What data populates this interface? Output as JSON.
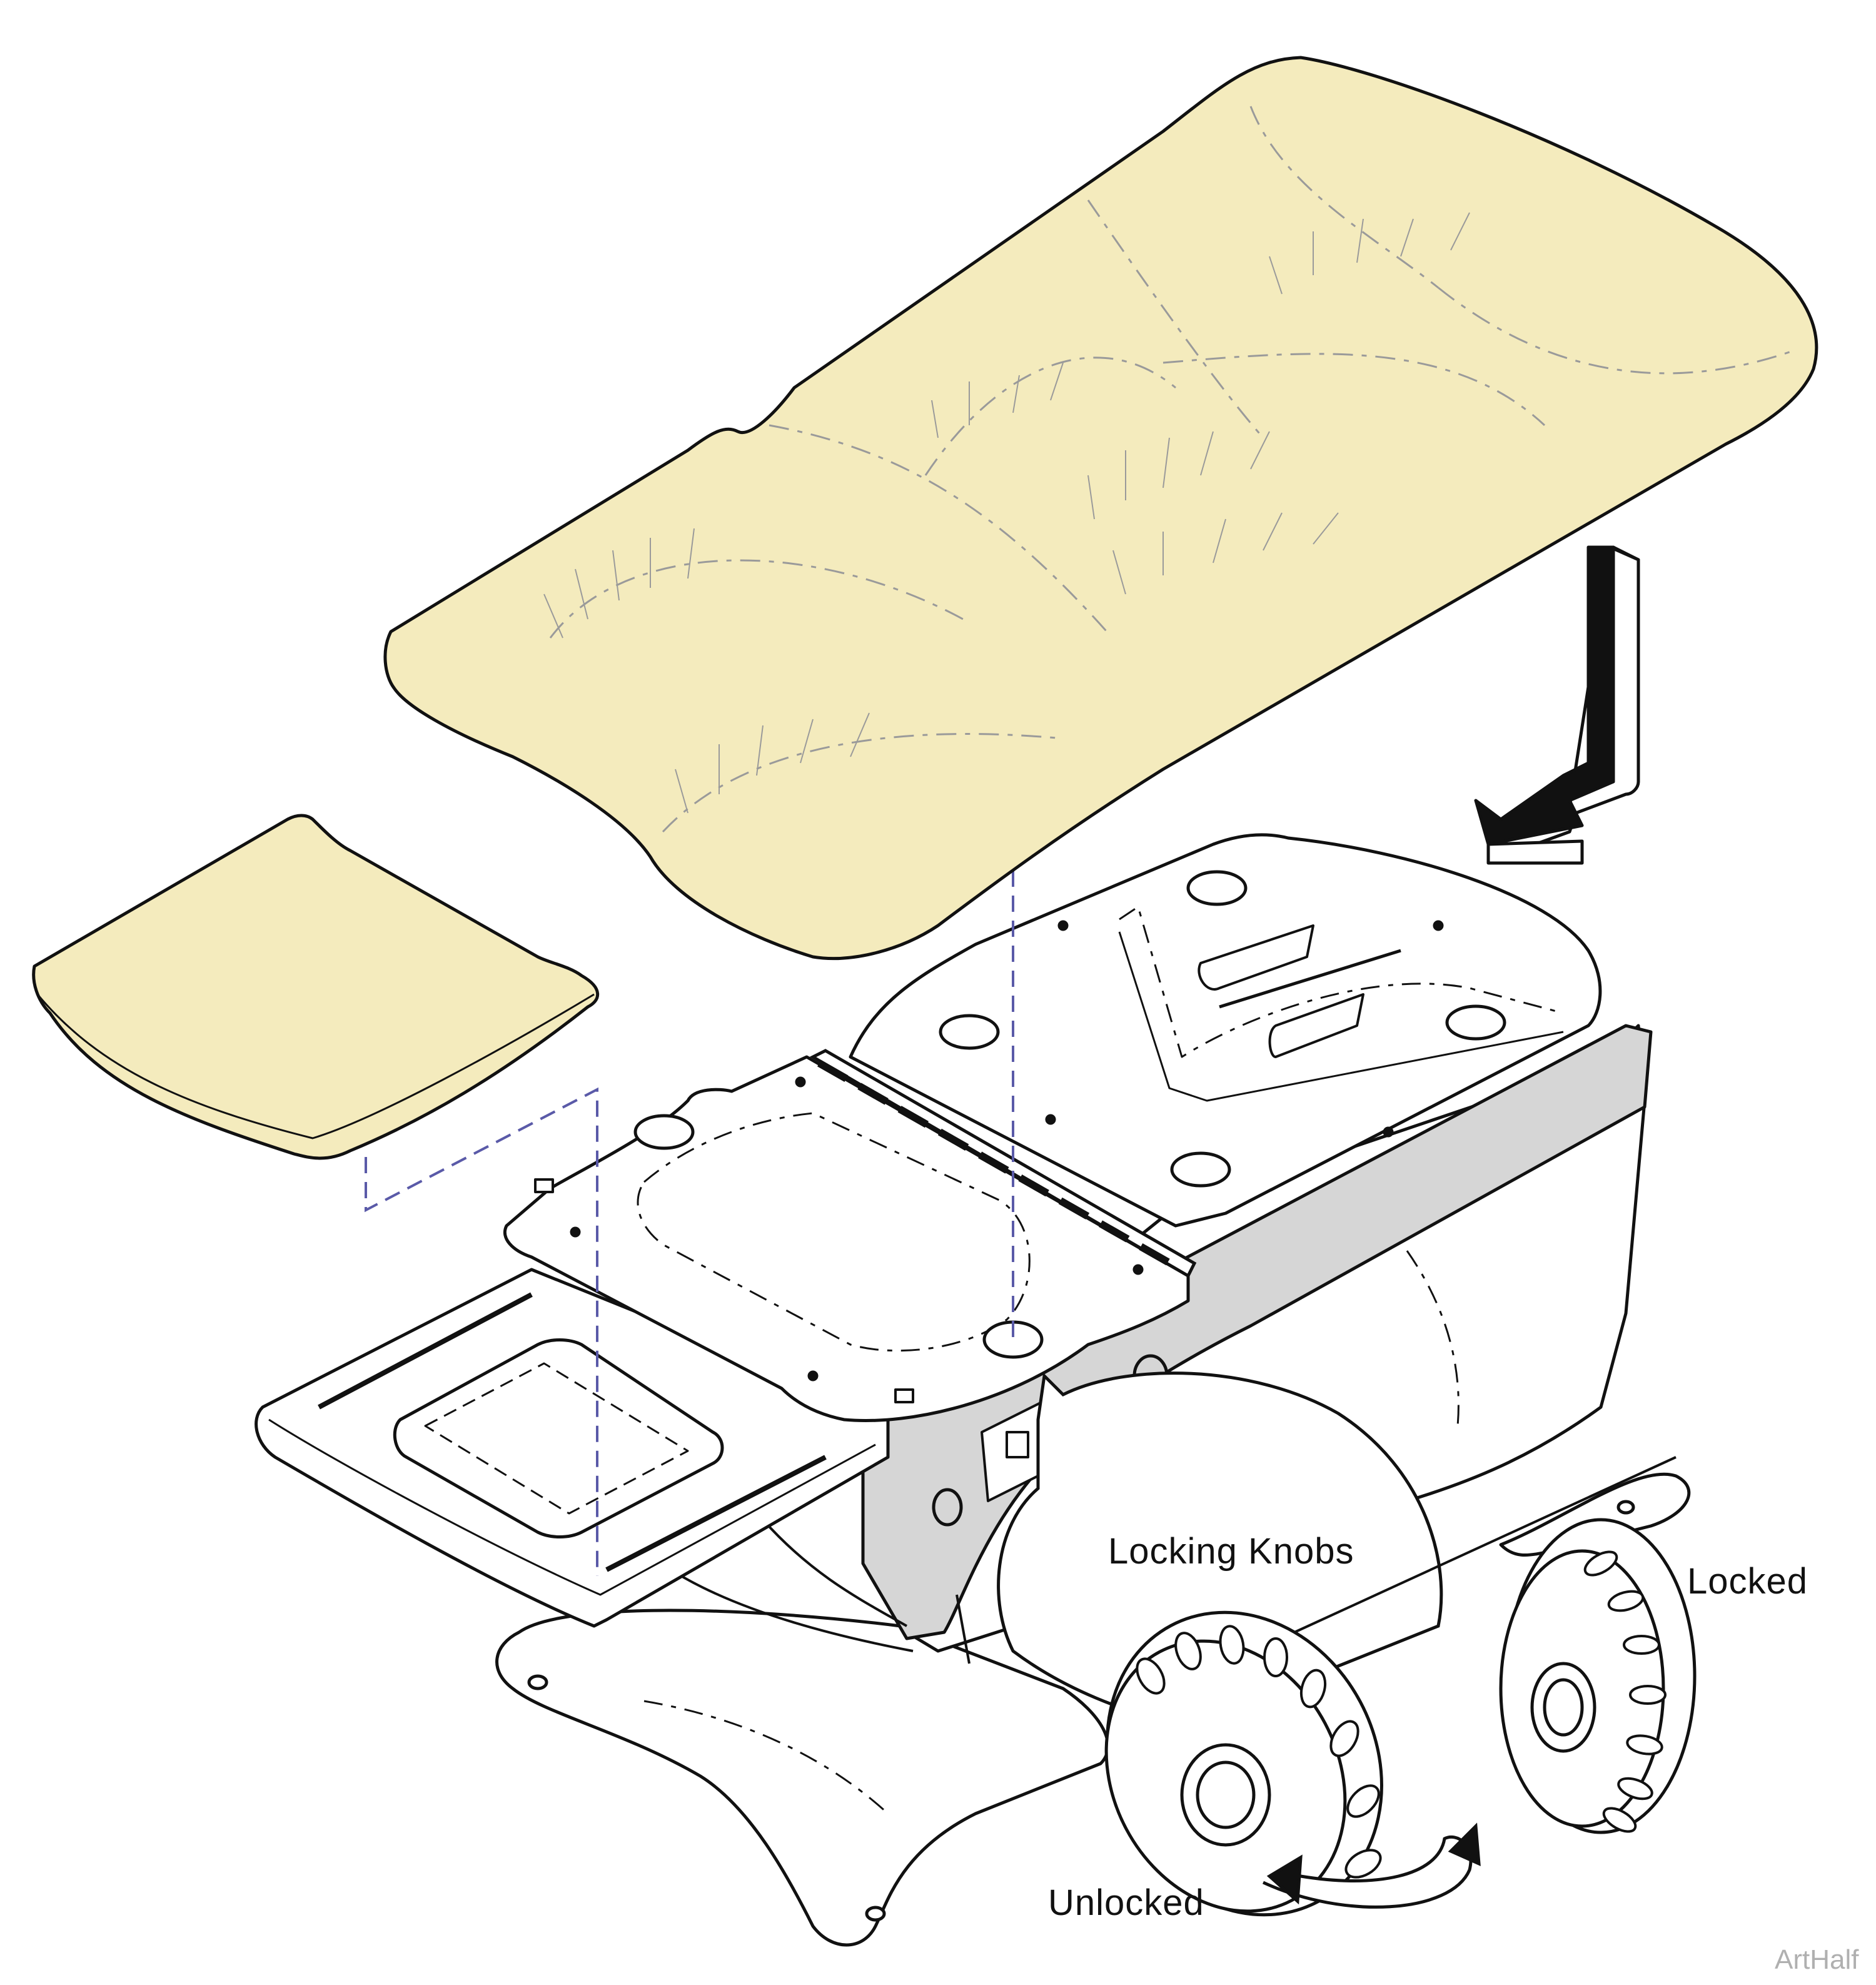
{
  "diagram": {
    "labels": {
      "locking_knobs": "Locking Knobs",
      "locked": "Locked",
      "unlocked": "Unlocked",
      "credit": "ArtHalf"
    },
    "colors": {
      "cushion_fill": "#f4ebbd",
      "outline": "#111111",
      "panel_gray": "#d6d6d6",
      "guide_line": "#5a5aa8",
      "credit_text": "#b0b0b0"
    },
    "parts": [
      "main-seat-cushion",
      "foot-cushion",
      "seat-frame",
      "pull-out-step",
      "base",
      "locking-knob-unlocked",
      "locking-knob-locked"
    ]
  }
}
